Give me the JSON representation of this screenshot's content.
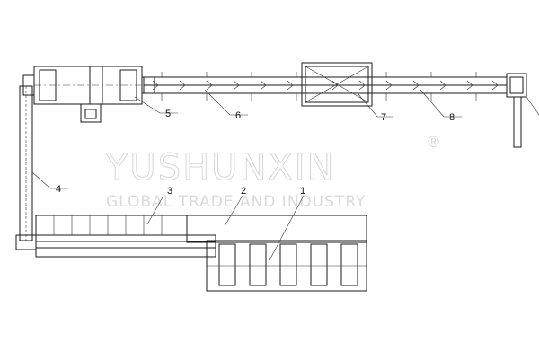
{
  "labels": [
    "1",
    "2",
    "3",
    "4",
    "5",
    "6",
    "7",
    "8"
  ],
  "watermark": {
    "brand": "YUSHUNXIN",
    "tagline": "GLOBAL TRADE AND INDUSTRY",
    "mark": "®"
  }
}
